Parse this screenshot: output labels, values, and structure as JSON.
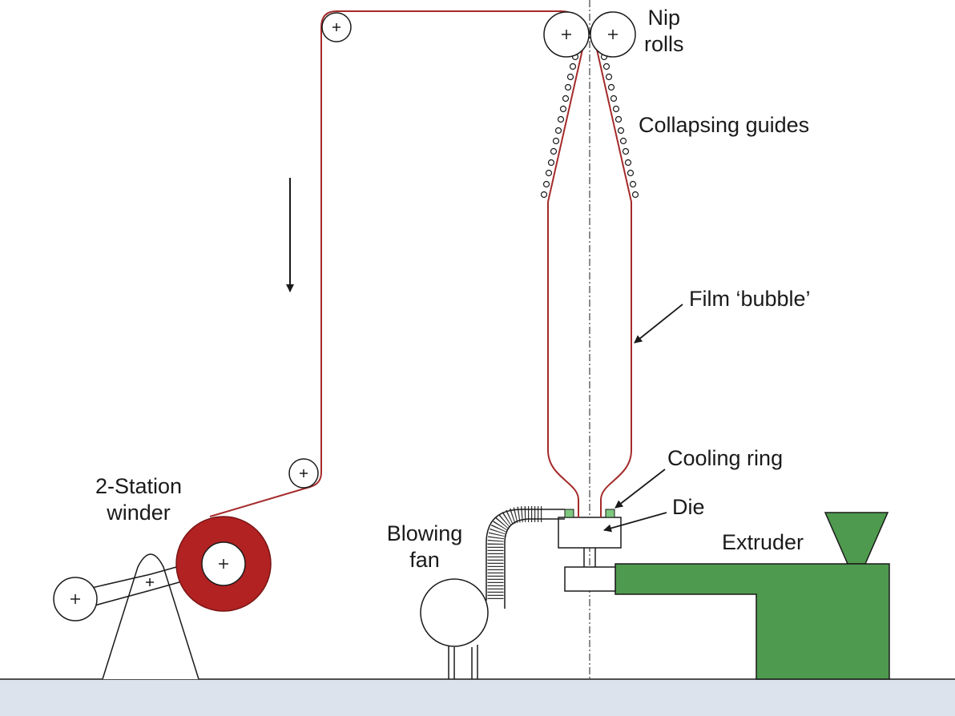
{
  "labels": {
    "nip_rolls_line1": "Nip",
    "nip_rolls_line2": "rolls",
    "collapsing_guides": "Collapsing guides",
    "film_bubble": "Film ‘bubble’",
    "cooling_ring": "Cooling ring",
    "die": "Die",
    "extruder": "Extruder",
    "blowing_fan_line1": "Blowing",
    "blowing_fan_line2": "fan",
    "winder_line1": "2-Station",
    "winder_line2": "winder"
  },
  "colors": {
    "film": "#a52a2a",
    "film_roll": "#b22222",
    "extruder": "#4e9a4e",
    "cooling_ring": "#7ec87e",
    "floor": "#dce3ec",
    "outline": "#1a1a1a"
  },
  "icons": {
    "roller_center": "plus-icon",
    "direction": "arrow-down-icon"
  }
}
